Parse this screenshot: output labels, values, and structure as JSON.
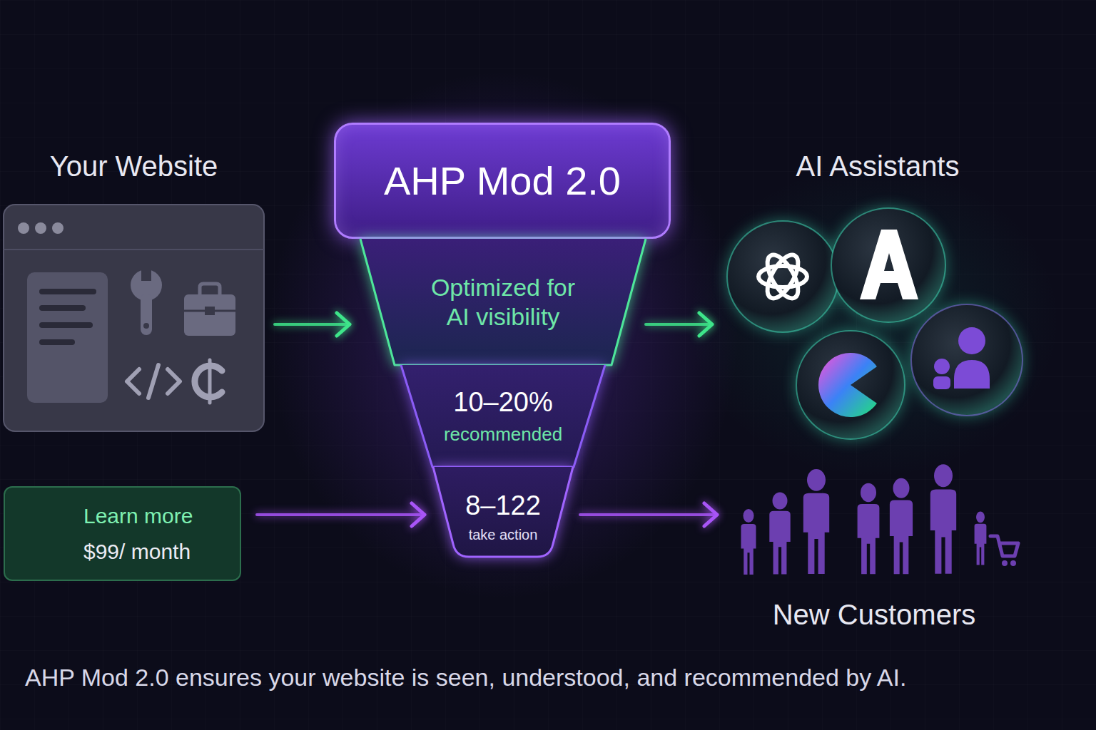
{
  "diagram": {
    "caption": "AHP Mod 2.0 ensures your website is seen, understood, and recommended by AI.",
    "nodes": [
      {
        "text": [
          "Your Website"
        ]
      },
      {
        "text": [
          "AHP Mod 2.0"
        ]
      },
      {
        "text": [
          "AI Assistants"
        ]
      },
      {
        "text": [
          "Optimized for AI visibility"
        ]
      },
      {
        "text": [
          "10–20%",
          "recommended"
        ]
      },
      {
        "text": [
          "Learn more",
          "$99/ month"
        ]
      },
      {
        "text": [
          "8–122",
          "take action"
        ]
      },
      {
        "text": [
          "New Customers"
        ]
      }
    ],
    "edges": [
      {
        "from": 0,
        "to": 3,
        "arrow": "to"
      },
      {
        "from": 3,
        "to": 2,
        "arrow": "to"
      },
      {
        "from": 5,
        "to": 6,
        "arrow": "to"
      },
      {
        "from": 6,
        "to": 7,
        "arrow": "to"
      }
    ]
  }
}
